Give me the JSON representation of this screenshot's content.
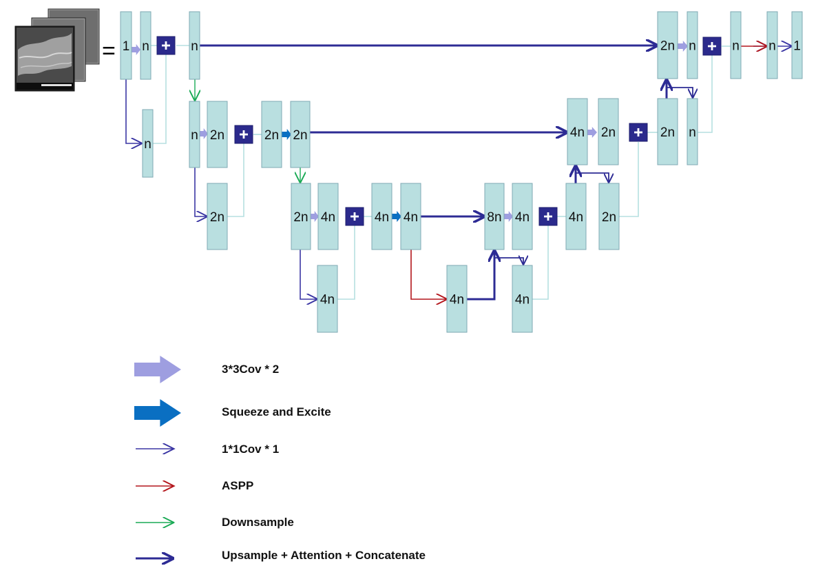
{
  "colors": {
    "block_fill": "#b9dfe0",
    "block_stroke": "#7fa9b3",
    "connector": "#b6dfe0",
    "add_node": "#2b2a8c",
    "conv3x3": "#9e9ee0",
    "squeeze_excite": "#0a6fc2",
    "conv1x1": "#3a35a3",
    "aspp": "#b3151b",
    "downsample": "#1aaa55",
    "upsample": "#2d2b94"
  },
  "diagram": {
    "input_equals": "=",
    "blocks": {
      "b_in": "1",
      "b_n1": "n",
      "b_n1s": "n",
      "b_n1r": "n",
      "b_n2": "n",
      "b_2n2": "2n",
      "b_2n2s": "2n",
      "b_2n2b": "2n",
      "b_2n2r": "2n",
      "b_2n3": "2n",
      "b_4n3": "4n",
      "b_4n3s": "4n",
      "b_4n3b": "4n",
      "b_4n3r": "4n",
      "b_aspp": "4n",
      "b_8n": "8n",
      "b_d3_4n": "4n",
      "b_d3_4ns": "4n",
      "b_d3_4nr": "4n",
      "b_d3_2n": "2n",
      "b_d2_4n": "4n",
      "b_d2_2n": "2n",
      "b_d2_2nr": "2n",
      "b_d2_ns": "n",
      "b_d1_2n": "2n",
      "b_d1_n": "n",
      "b_d1_nr": "n",
      "b_d1_n2": "n",
      "b_out": "1"
    },
    "add_symbol": "+"
  },
  "legend": [
    {
      "label": "3*3Cov * 2",
      "icon": "conv3x3-arrow-icon"
    },
    {
      "label": "Squeeze and Excite",
      "icon": "squeeze-excite-arrow-icon"
    },
    {
      "label": "1*1Cov * 1",
      "icon": "conv1x1-arrow-icon"
    },
    {
      "label": "ASPP",
      "icon": "aspp-arrow-icon"
    },
    {
      "label": "Downsample",
      "icon": "downsample-arrow-icon"
    },
    {
      "label": "Upsample + Attention + Concatenate",
      "icon": "upsample-arrow-icon"
    }
  ]
}
